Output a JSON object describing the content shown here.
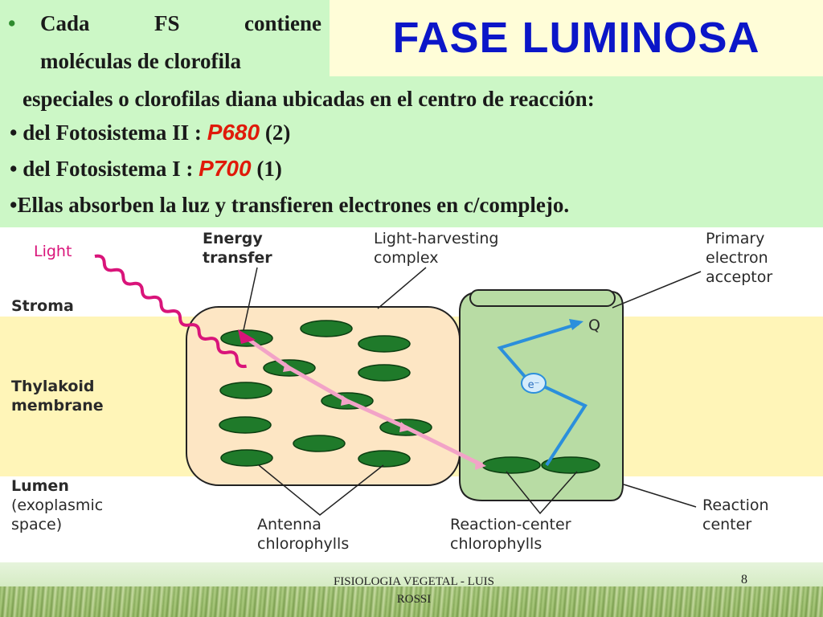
{
  "slide": {
    "title": "FASE LUMINOSA",
    "bullet_dot": "•",
    "bullet1_words": [
      "Cada",
      "FS",
      "contiene"
    ],
    "bullet1_line2": "moléculas de clorofila",
    "line3": "especiales o clorofilas diana  ubicadas en el centro de reacción:",
    "line4_pre": "• del Fotosistema II : ",
    "line4_code": "P680",
    "line4_post": " (2)",
    "line5_pre": "• del Fotosistema I :  ",
    "line5_code": "P700",
    "line5_post": " (1)",
    "line6": "•Ellas  absorben la luz y transfieren electrones en c/complejo."
  },
  "diagram": {
    "light": "Light",
    "energy_transfer": [
      "Energy",
      "transfer"
    ],
    "lhc": [
      "Light-harvesting",
      "complex"
    ],
    "primary": [
      "Primary",
      "electron",
      "acceptor"
    ],
    "stroma": "Stroma",
    "thylakoid": [
      "Thylakoid",
      "membrane"
    ],
    "lumen": [
      "Lumen",
      "(exoplasmic",
      "space)"
    ],
    "antenna": [
      "Antenna",
      "chlorophylls"
    ],
    "rc_chl": [
      "Reaction-center",
      "chlorophylls"
    ],
    "rc": [
      "Reaction",
      "center"
    ],
    "q": "Q",
    "electron": "e⁻"
  },
  "footer": {
    "line1": "FISIOLOGIA VEGETAL - LUIS",
    "line2": "ROSSI",
    "page": "8"
  },
  "colors": {
    "title": "#0b16c8",
    "pcode": "#e01a0a",
    "membrane": "#fff5b8",
    "chlorophyll": "#1f7a2a",
    "reaction_center": "#b8dca4",
    "arrow": "#f2a3c7",
    "electron_path": "#2b8fdc"
  }
}
